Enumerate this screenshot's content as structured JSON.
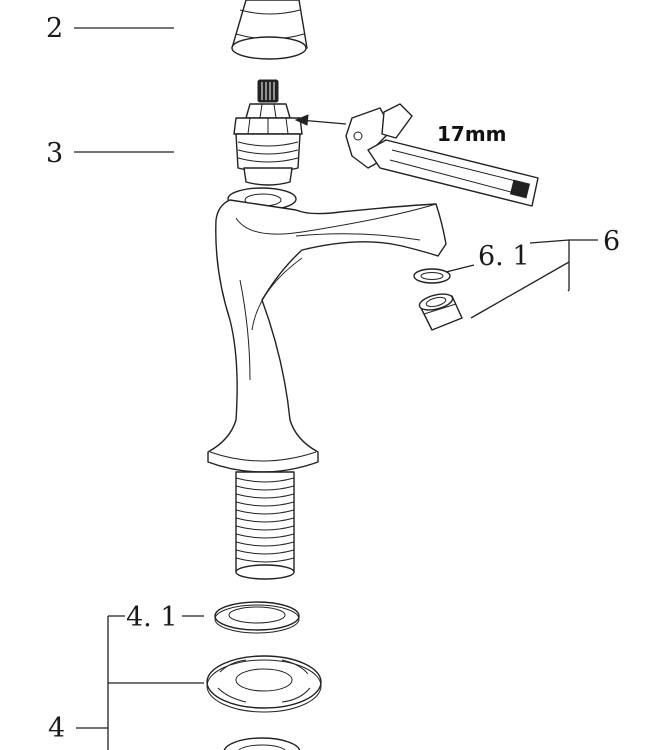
{
  "callouts": {
    "part_2": "2",
    "part_3": "3",
    "part_6": "6",
    "part_6_1": "6. 1",
    "part_4": "4",
    "part_4_1": "4. 1"
  },
  "tool_label": "17mm",
  "colors": {
    "line": "#222222",
    "background": "#ffffff"
  }
}
